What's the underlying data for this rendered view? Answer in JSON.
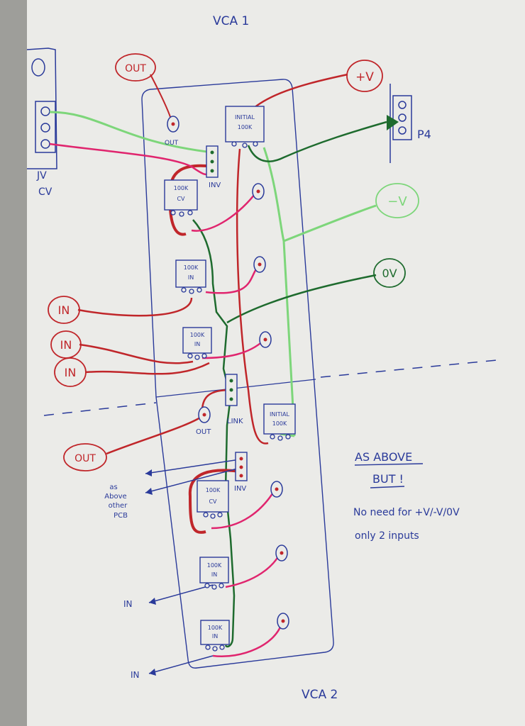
{
  "page_title_top": "VCA 1",
  "page_title_bottom": "VCA 2",
  "ink": {
    "blue": "#2a3a9a",
    "red": "#c0262a",
    "magenta": "#e0256e",
    "light_green": "#7dd67a",
    "dark_green": "#1e6b2e",
    "paper": "#ebebe8"
  },
  "left_header": {
    "label_top": "JV",
    "label_bottom": "CV"
  },
  "p4_label": "P4",
  "supply_bubbles": {
    "pos": "+V",
    "neg": "−V",
    "zero": "0V"
  },
  "vca1": {
    "out_bubble": "OUT",
    "out_jack_label": "OUT",
    "inv_label": "INV",
    "pot_initial": [
      "INITIAL",
      "100K"
    ],
    "pot_cv": [
      "100K",
      "CV"
    ],
    "pot_in_1": [
      "100K",
      "IN"
    ],
    "pot_in_2": [
      "100K",
      "IN"
    ],
    "in_bubbles": [
      "IN",
      "IN",
      "IN"
    ]
  },
  "link_label": "LINK",
  "vca2": {
    "out_bubble": "OUT",
    "out_jack_label": "OUT",
    "inv_label": "INV",
    "pot_initial": [
      "INITIAL",
      "100K"
    ],
    "pot_cv": [
      "100K",
      "CV"
    ],
    "pot_in_1": [
      "100K",
      "IN"
    ],
    "pot_in_2": [
      "100K",
      "IN"
    ],
    "other_pcb_note": [
      "as",
      "Above",
      "other",
      "PCB"
    ],
    "in_arrow_1": "IN",
    "in_arrow_2": "IN"
  },
  "notes": {
    "heading": "AS ABOVE",
    "subheading": "BUT !",
    "line1": "No need for +V/-V/0V",
    "line2": "only 2 inputs"
  }
}
